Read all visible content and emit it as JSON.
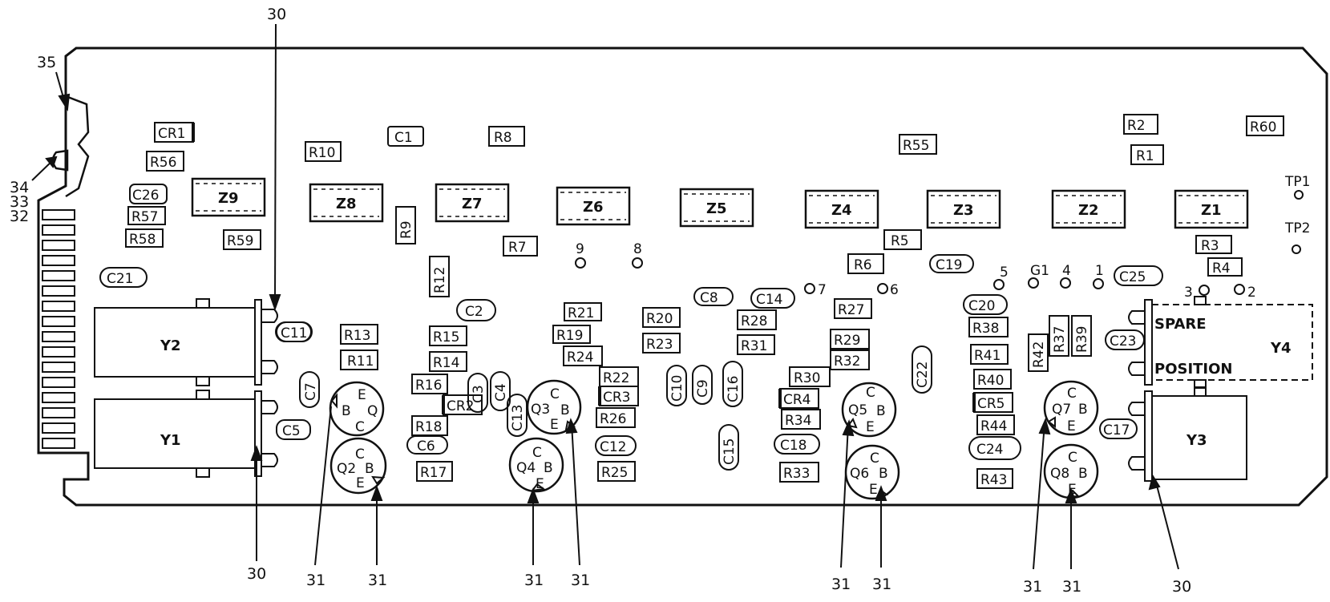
{
  "callouts": {
    "c35": "35",
    "c34": "34",
    "c33": "33",
    "c32": "32",
    "c30_top": "30",
    "c30_left": "30",
    "c30_right": "30",
    "c31": [
      "31",
      "31",
      "31",
      "31",
      "31",
      "31",
      "31",
      "31"
    ]
  },
  "test_points": {
    "tp1": "TP1",
    "tp2": "TP2"
  },
  "resistors": [
    "R60",
    "R2",
    "R1",
    "R55",
    "R10",
    "R8",
    "R56",
    "R57",
    "R58",
    "R59",
    "R7",
    "R5",
    "R6",
    "R3",
    "R4",
    "R21",
    "R19",
    "R24",
    "R20",
    "R23",
    "R28",
    "R31",
    "R27",
    "R29",
    "R32",
    "R30",
    "R34",
    "R33",
    "R38",
    "R41",
    "R40",
    "R44",
    "R43",
    "R13",
    "R11",
    "R15",
    "R14",
    "R16",
    "R18",
    "R17",
    "R22",
    "R26",
    "R25"
  ],
  "vertical_resistors": [
    "R9",
    "R12",
    "R42",
    "R37",
    "R39"
  ],
  "diodes": [
    "CR1",
    "CR2",
    "CR3",
    "CR4",
    "CR5"
  ],
  "capacitors": [
    "C1",
    "C26",
    "C21",
    "C2",
    "C11",
    "C7",
    "C5",
    "C6",
    "C12",
    "C8",
    "C14",
    "C19",
    "C25",
    "C20",
    "C18",
    "C24",
    "C17",
    "C23"
  ],
  "vertical_capacitors": [
    "C3",
    "C4",
    "C13",
    "C10",
    "C9",
    "C16",
    "C15",
    "C22"
  ],
  "ics": [
    "Z9",
    "Z8",
    "Z7",
    "Z6",
    "Z5",
    "Z4",
    "Z3",
    "Z2",
    "Z1"
  ],
  "crystals": {
    "y1": "Y1",
    "y2": "Y2",
    "y3": "Y3",
    "y4": "Y4",
    "spare": "SPARE",
    "position": "POSITION"
  },
  "transistors": {
    "q1": {
      "l1": "E",
      "l2": "B",
      "l3": "Q",
      "l4": "C"
    },
    "q2": {
      "l1": "C",
      "l2": "Q2",
      "l3": "B",
      "l4": "E"
    },
    "q3": {
      "l1": "C",
      "l2": "Q3",
      "l3": "B",
      "l4": "E"
    },
    "q4": {
      "l1": "C",
      "l2": "Q4",
      "l3": "B",
      "l4": "E"
    },
    "q5": {
      "l1": "C",
      "l2": "Q5",
      "l3": "B",
      "l4": "E"
    },
    "q6": {
      "l1": "C",
      "l2": "Q6",
      "l3": "B",
      "l4": "E"
    },
    "q7": {
      "l1": "C",
      "l2": "Q7",
      "l3": "B",
      "l4": "E"
    },
    "q8": {
      "l1": "C",
      "l2": "Q8",
      "l3": "B",
      "l4": "E"
    }
  },
  "pads": [
    "9",
    "8",
    "7",
    "6",
    "5",
    "G1",
    "4",
    "1",
    "3",
    "2"
  ]
}
